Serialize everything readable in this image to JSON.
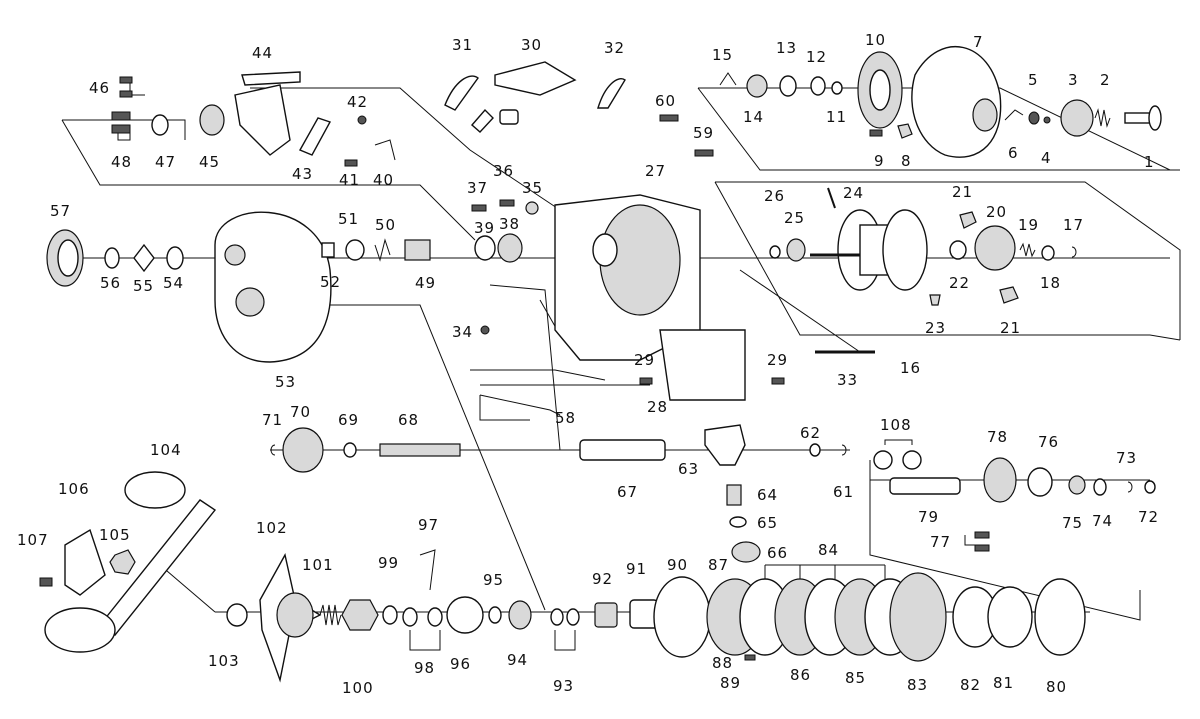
{
  "diagram": {
    "callouts": [
      "1",
      "2",
      "3",
      "4",
      "5",
      "6",
      "7",
      "8",
      "9",
      "10",
      "11",
      "12",
      "13",
      "14",
      "15",
      "16",
      "17",
      "18",
      "19",
      "20",
      "21",
      "22",
      "23",
      "24",
      "25",
      "26",
      "27",
      "28",
      "29",
      "30",
      "31",
      "32",
      "33",
      "34",
      "35",
      "36",
      "37",
      "38",
      "39",
      "40",
      "41",
      "42",
      "43",
      "44",
      "45",
      "46",
      "47",
      "48",
      "49",
      "50",
      "51",
      "52",
      "53",
      "54",
      "55",
      "56",
      "57",
      "58",
      "59",
      "60",
      "61",
      "62",
      "63",
      "64",
      "65",
      "66",
      "67",
      "68",
      "69",
      "70",
      "71",
      "72",
      "73",
      "74",
      "75",
      "76",
      "77",
      "78",
      "79",
      "80",
      "81",
      "82",
      "83",
      "84",
      "85",
      "86",
      "87",
      "88",
      "89",
      "90",
      "91",
      "92",
      "93",
      "94",
      "95",
      "96",
      "97",
      "98",
      "99",
      "100",
      "101",
      "102",
      "103",
      "104",
      "105",
      "106",
      "107",
      "108"
    ]
  }
}
